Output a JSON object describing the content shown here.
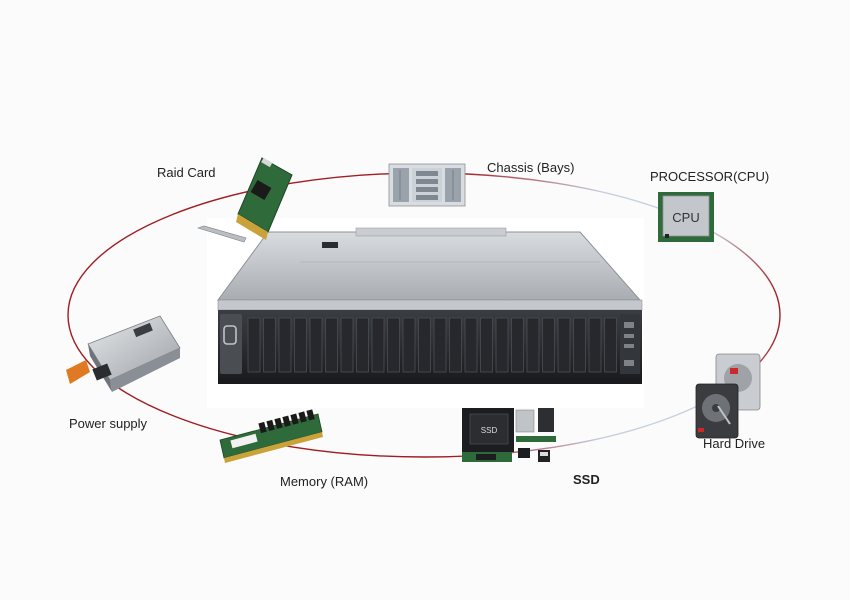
{
  "labels": {
    "raid_card": "Raid Card",
    "chassis": "Chassis (Bays)",
    "processor": "PROCESSOR(CPU)",
    "power_supply": "Power supply",
    "memory": "Memory (RAM)",
    "ssd": "SSD",
    "hard_drive": "Hard Drive"
  },
  "cpu_chip_text": "CPU",
  "ssd_chip_text": "SSD",
  "colors": {
    "orbit": "#a01c22",
    "orbit_light": "#c8d0e0",
    "pcb_green": "#2f6b3a",
    "server_silver": "#b8bcc0",
    "server_dark": "#2a2c30"
  }
}
